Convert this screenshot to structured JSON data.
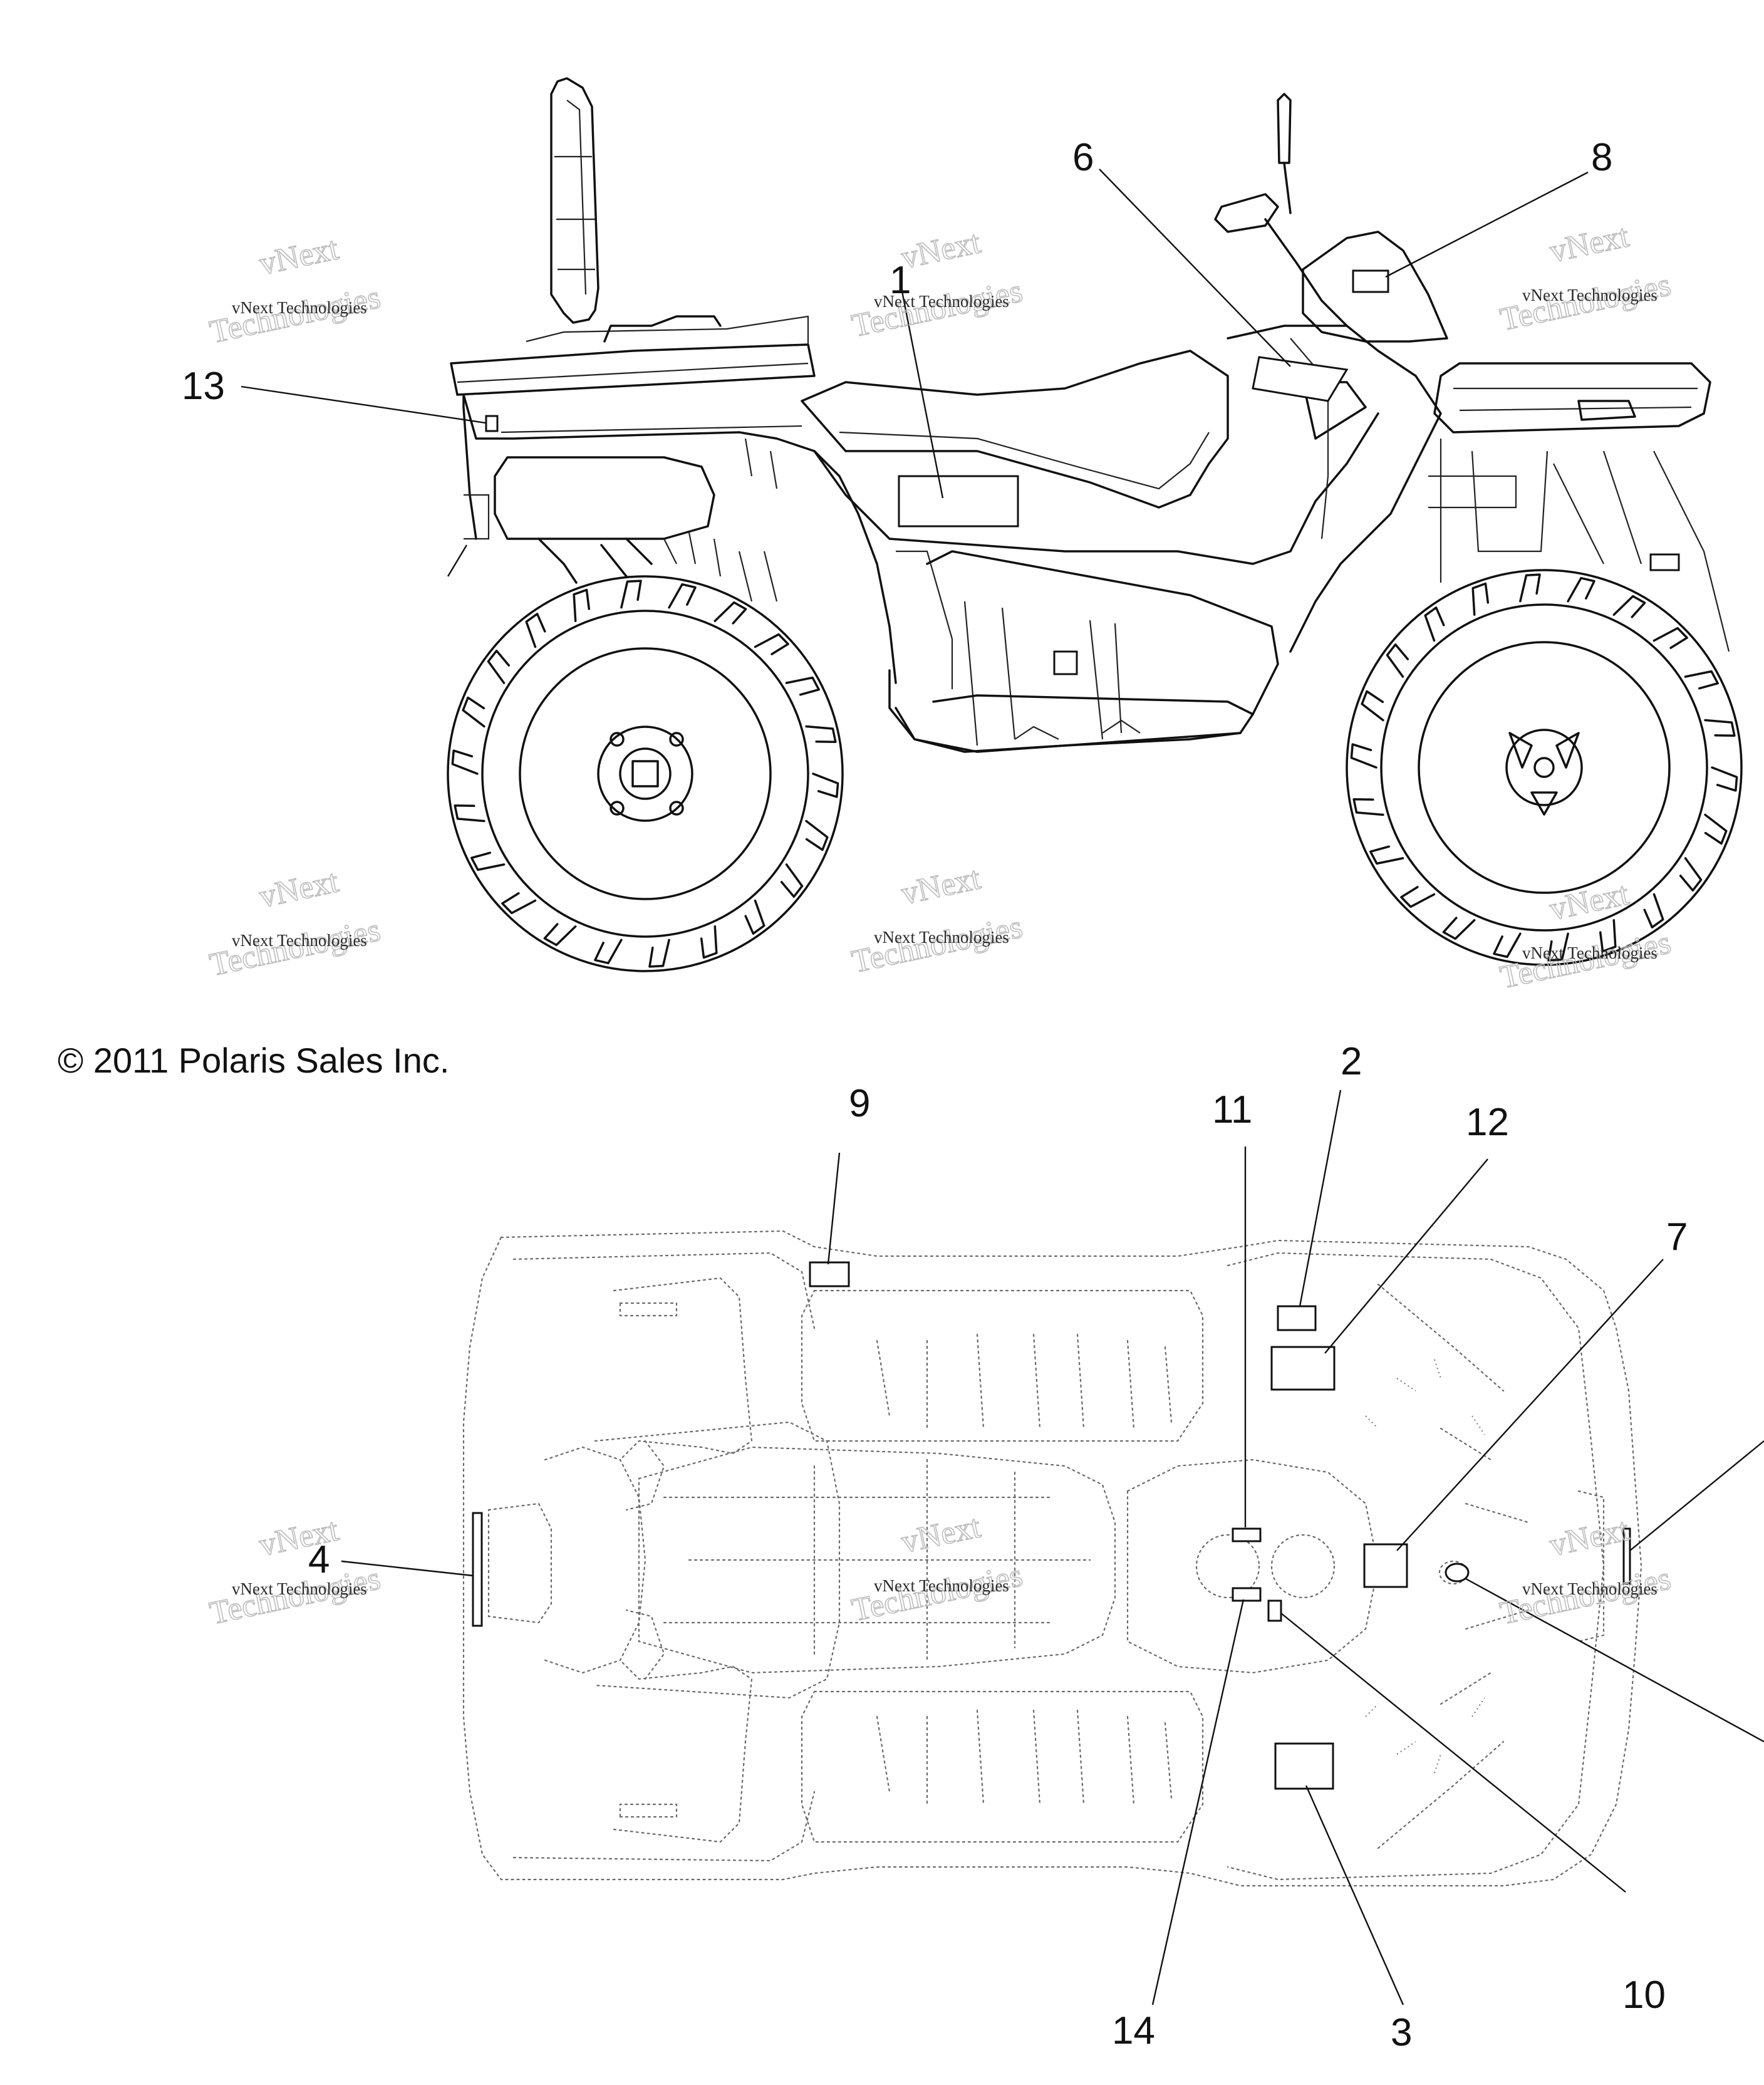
{
  "copyright": "© 2011 Polaris Sales Inc.",
  "watermark": {
    "line1": "vNext Technologies",
    "line2": "vNext",
    "line3": "Technologies"
  },
  "side_view": {
    "callouts": [
      {
        "id": "1",
        "label": "1"
      },
      {
        "id": "6",
        "label": "6"
      },
      {
        "id": "8",
        "label": "8"
      },
      {
        "id": "13",
        "label": "13"
      }
    ]
  },
  "top_view": {
    "callouts": [
      {
        "id": "2",
        "label": "2"
      },
      {
        "id": "3",
        "label": "3"
      },
      {
        "id": "4",
        "label": "4"
      },
      {
        "id": "7",
        "label": "7"
      },
      {
        "id": "9",
        "label": "9"
      },
      {
        "id": "10",
        "label": "10"
      },
      {
        "id": "11",
        "label": "11"
      },
      {
        "id": "12",
        "label": "12"
      },
      {
        "id": "14",
        "label": "14"
      }
    ]
  }
}
